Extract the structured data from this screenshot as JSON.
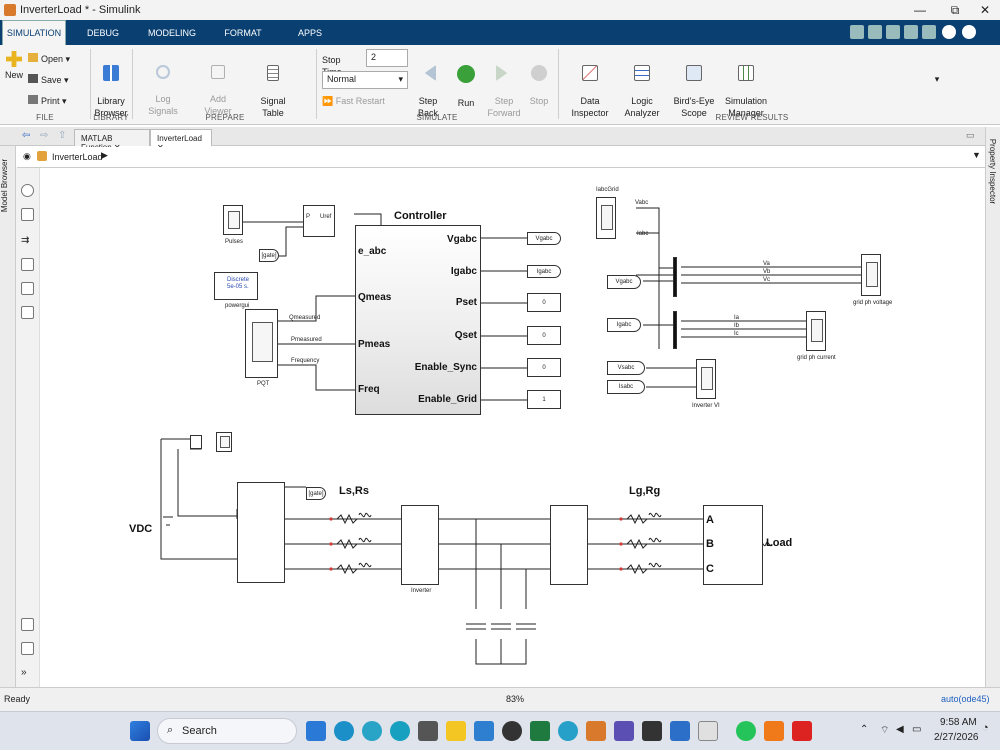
{
  "window": {
    "title": "InverterLoad * - Simulink",
    "minimize": "—",
    "maximize": "⧉",
    "close": "✕"
  },
  "ribbon_tabs": [
    "SIMULATION",
    "DEBUG",
    "MODELING",
    "FORMAT",
    "APPS"
  ],
  "ribbon": {
    "file": {
      "new": "New",
      "open": "Open",
      "save": "Save",
      "print": "Print",
      "section": "FILE"
    },
    "library": {
      "browser": "Library\nBrowser",
      "section": "LIBRARY"
    },
    "prepare": {
      "log_signals": "Log\nSignals",
      "add_viewer": "Add\nViewer",
      "signal_table": "Signal\nTable",
      "section": "PREPARE"
    },
    "simulate": {
      "stop_time_label": "Stop Time",
      "stop_time": "2",
      "mode": "Normal",
      "fast_restart": "Fast Restart",
      "step_back": "Step\nBack",
      "run": "Run",
      "step_forward": "Step\nForward",
      "stop": "Stop",
      "section": "SIMULATE"
    },
    "review": {
      "data_inspector": "Data\nInspector",
      "logic_analyzer": "Logic\nAnalyzer",
      "birds_eye": "Bird's-Eye\nScope",
      "sim_manager": "Simulation\nManager",
      "section": "REVIEW RESULTS"
    }
  },
  "doc_tabs": [
    "MATLAB Function",
    "InverterLoad"
  ],
  "breadcrumb": "InverterLoad",
  "side": {
    "left": "Model Browser",
    "right": "Property Inspector"
  },
  "diagram": {
    "controller": {
      "title": "Controller",
      "inputs": [
        "e_abc",
        "Qmeas",
        "Pmeas",
        "Freq"
      ],
      "outputs": [
        "Vgabc",
        "Igabc",
        "Pset",
        "Qset",
        "Enable_Sync",
        "Enable_Grid"
      ]
    },
    "constants": [
      "0",
      "0",
      "0",
      "1"
    ],
    "from_tags": [
      "Vgabc",
      "Igabc",
      "[gate]",
      "Vgabc",
      "Igabc",
      "Vsabc",
      "Isabc",
      "[gate]"
    ],
    "labels": {
      "pulses": "Pulses",
      "powergui": "powergui",
      "powergui_line1": "Discrete",
      "powergui_line2": "5e-05 s.",
      "pqt": "PQT",
      "qmeasured": "Qmeasured",
      "pmeasured": "Pmeasured",
      "frequency": "Frequency",
      "vabc": "Vabc",
      "iabc": "Iabc",
      "iabcgrid": "IabcGrid",
      "va": "Va",
      "vb": "Vb",
      "vc": "Vc",
      "ia": "Ia",
      "ib": "Ib",
      "ic": "Ic",
      "grid_v": "grid ph voltage",
      "grid_i": "grid ph current",
      "inv_vi": "Inverter VI",
      "uref": "Uref",
      "p": "P",
      "inverter": "Inverter",
      "vdc": "VDC",
      "ls_rs": "Ls,Rs",
      "lg_rg": "Lg,Rg",
      "load": "Load",
      "la": "A",
      "lb": "B",
      "lc": "C"
    }
  },
  "status": {
    "left": "Ready",
    "zoom": "83%",
    "solver": "auto(ode45)"
  },
  "taskbar": {
    "search": "Search",
    "time": "9:58 AM",
    "date": "2/27/2026"
  },
  "colors": {
    "ribbon_bar": "#0a3f72",
    "run_green": "#3aa03a"
  }
}
